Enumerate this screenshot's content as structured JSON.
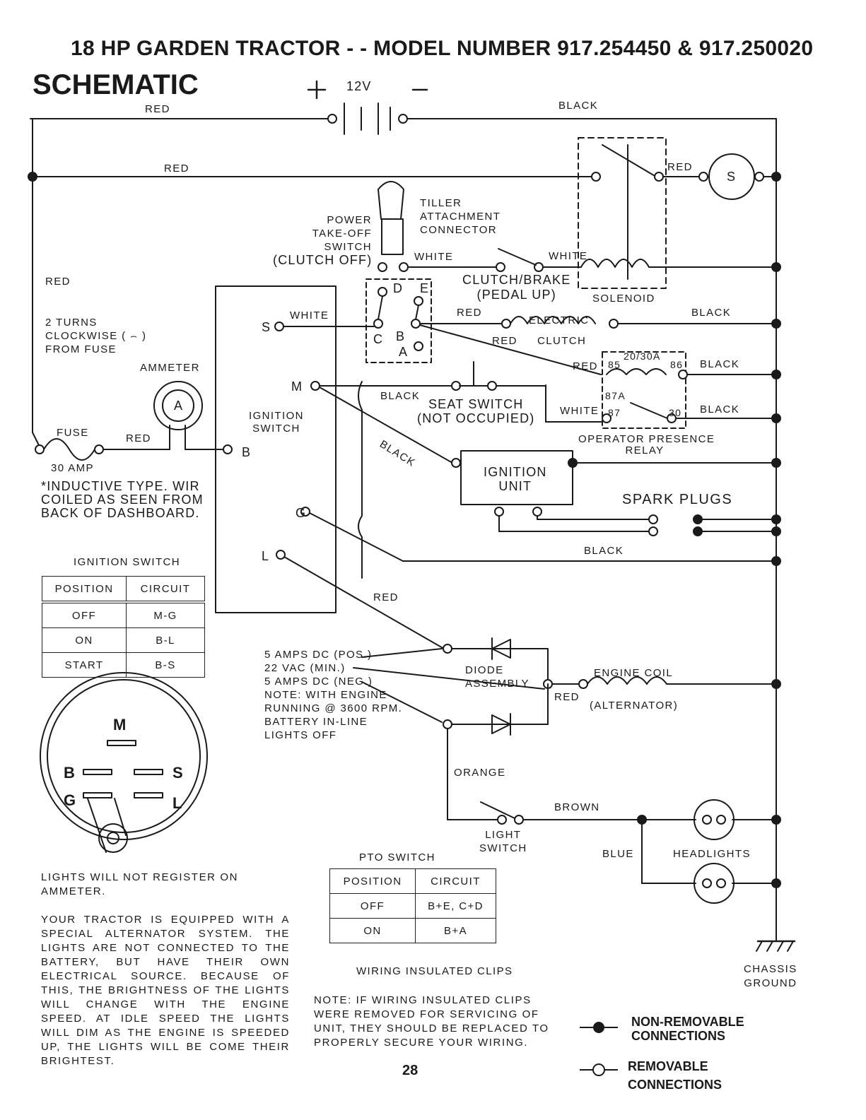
{
  "header": {
    "title": "18 HP GARDEN TRACTOR - - MODEL NUMBER 917.254450 & 917.250020",
    "subtitle": "SCHEMATIC"
  },
  "battery": {
    "plus": "+",
    "voltage": "12V",
    "minus": "—"
  },
  "wire_labels": {
    "red_top": "RED",
    "black_top": "BLACK",
    "red_second": "RED",
    "red_tiller": "RED",
    "red_left": "RED",
    "white_pto": "WHITE",
    "white_solenoid": "WHITE",
    "white_ignition": "WHITE",
    "red_electric": "RED",
    "red_clutch": "RED",
    "black_solenoid": "BLACK",
    "red_relay": "RED",
    "black_relay_86": "BLACK",
    "white_relay": "WHITE",
    "black_relay_30": "BLACK",
    "black_seat": "BLACK",
    "black_diag": "BLACK",
    "red_fuse": "RED",
    "black_g": "BLACK",
    "red_l": "RED",
    "red_diode": "RED",
    "orange": "ORANGE",
    "brown": "BROWN",
    "blue": "BLUE"
  },
  "components": {
    "tiller": [
      "TILLER",
      "ATTACHMENT",
      "CONNECTOR"
    ],
    "pto_switch": [
      "POWER",
      "TAKE-OFF",
      "SWITCH",
      "(CLUTCH OFF)"
    ],
    "clutch_brake": [
      "CLUTCH/BRAKE",
      "(PEDAL UP)"
    ],
    "solenoid": "SOLENOID",
    "electric_clutch": [
      "ELECTRIC",
      "CLUTCH"
    ],
    "seat_switch": [
      "SEAT SWITCH",
      "(NOT OCCUPIED)"
    ],
    "relay": [
      "OPERATOR PRESENCE",
      "RELAY"
    ],
    "relay_rating": "20/30A",
    "relay_pins": [
      "85",
      "86",
      "87A",
      "87",
      "30"
    ],
    "ignition_unit": [
      "IGNITION",
      "UNIT"
    ],
    "spark_plugs": "SPARK PLUGS",
    "ignition_switch": [
      "IGNITION",
      "SWITCH"
    ],
    "ignition_terminals": [
      "S",
      "M",
      "B",
      "G",
      "L"
    ],
    "pto_terminals": [
      "D",
      "E",
      "C",
      "B",
      "A"
    ],
    "ammeter": "AMMETER",
    "ammeter_symbol": "A",
    "starter_symbol": "S",
    "fuse": "FUSE",
    "fuse_rating": "30 AMP",
    "diode": [
      "DIODE",
      "ASSEMBLY"
    ],
    "engine_coil": [
      "ENGINE COIL",
      "(ALTERNATOR)"
    ],
    "light_switch": [
      "LIGHT",
      "SWITCH"
    ],
    "headlights": "HEADLIGHTS",
    "chassis_ground": [
      "CHASSIS",
      "GROUND"
    ]
  },
  "notes": {
    "turns": [
      "2 TURNS",
      "CLOCKWISE ( ⌢ )",
      "FROM FUSE"
    ],
    "inductive": [
      "*INDUCTIVE TYPE. WIR",
      "COILED AS SEEN FROM",
      "BACK OF DASHBOARD."
    ],
    "alternator_output": [
      "5 AMPS DC (POS.)",
      "22 VAC (MIN.)",
      "5 AMPS DC (NEG.)",
      "NOTE: WITH ENGINE",
      "RUNNING @ 3600 RPM.",
      "BATTERY IN-LINE",
      "LIGHTS OFF"
    ],
    "lights_not_register": "LIGHTS WILL NOT REGISTER ON AMMETER.",
    "alternator_paragraph": "YOUR TRACTOR IS EQUIPPED WITH A SPECIAL ALTERNATOR SYSTEM. THE LIGHTS ARE NOT CONNECTED TO THE BATTERY, BUT HAVE THEIR OWN ELECTRICAL SOURCE. BECAUSE OF THIS, THE BRIGHTNESS OF THE LIGHTS WILL CHANGE WITH THE ENGINE SPEED. AT IDLE SPEED THE LIGHTS WILL DIM AS THE ENGINE IS SPEEDED UP, THE LIGHTS WILL BE COME THEIR BRIGHTEST.",
    "clips_title": "WIRING INSULATED CLIPS",
    "clips_note": "NOTE: IF WIRING INSULATED CLIPS WERE REMOVED FOR SERVICING OF UNIT, THEY SHOULD BE REPLACED TO PROPERLY SECURE YOUR WIRING."
  },
  "ignition_table": {
    "title": "IGNITION SWITCH",
    "headers": [
      "POSITION",
      "CIRCUIT"
    ],
    "rows": [
      [
        "OFF",
        "M-G"
      ],
      [
        "ON",
        "B-L"
      ],
      [
        "START",
        "B-S"
      ]
    ]
  },
  "switch_face": {
    "letters": [
      "M",
      "B",
      "S",
      "G",
      "L"
    ]
  },
  "pto_table": {
    "title": "PTO SWITCH",
    "headers": [
      "POSITION",
      "CIRCUIT"
    ],
    "rows": [
      [
        "OFF",
        "B+E, C+D"
      ],
      [
        "ON",
        "B+A"
      ]
    ]
  },
  "legend": {
    "non_removable": [
      "NON-REMOVABLE",
      "CONNECTIONS"
    ],
    "removable": [
      "REMOVABLE",
      "CONNECTIONS"
    ]
  },
  "page_number": "28"
}
